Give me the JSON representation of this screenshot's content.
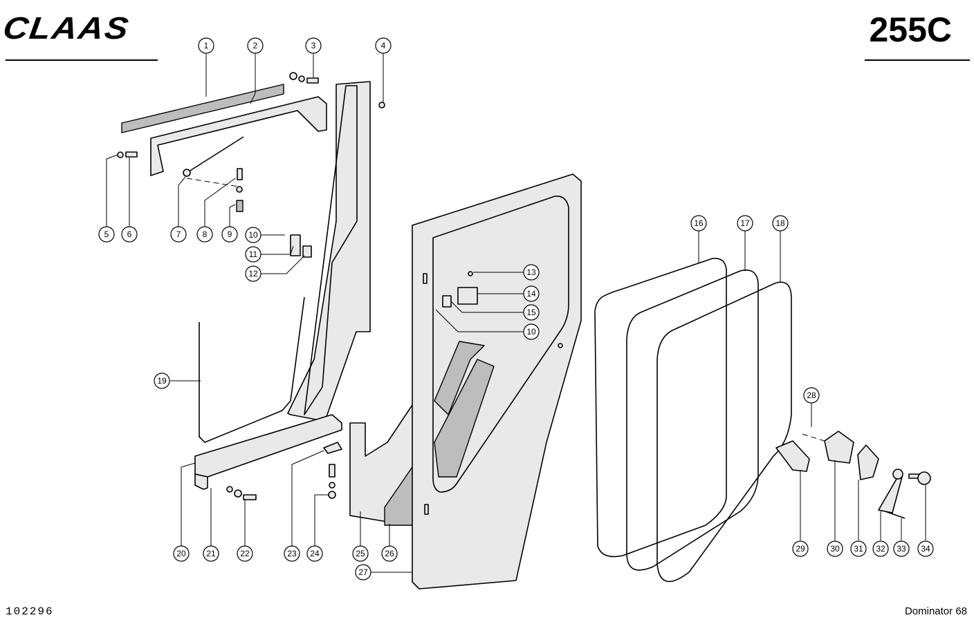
{
  "header": {
    "brand": "CLAAS",
    "page_code": "255C"
  },
  "footer": {
    "document_number": "102296",
    "model": "Dominator 68"
  },
  "callouts": [
    "1",
    "2",
    "3",
    "4",
    "5",
    "6",
    "7",
    "8",
    "9",
    "10",
    "11",
    "12",
    "13",
    "14",
    "15",
    "10",
    "16",
    "17",
    "18",
    "19",
    "20",
    "21",
    "22",
    "23",
    "24",
    "25",
    "26",
    "27",
    "28",
    "29",
    "30",
    "31",
    "32",
    "33",
    "34"
  ]
}
